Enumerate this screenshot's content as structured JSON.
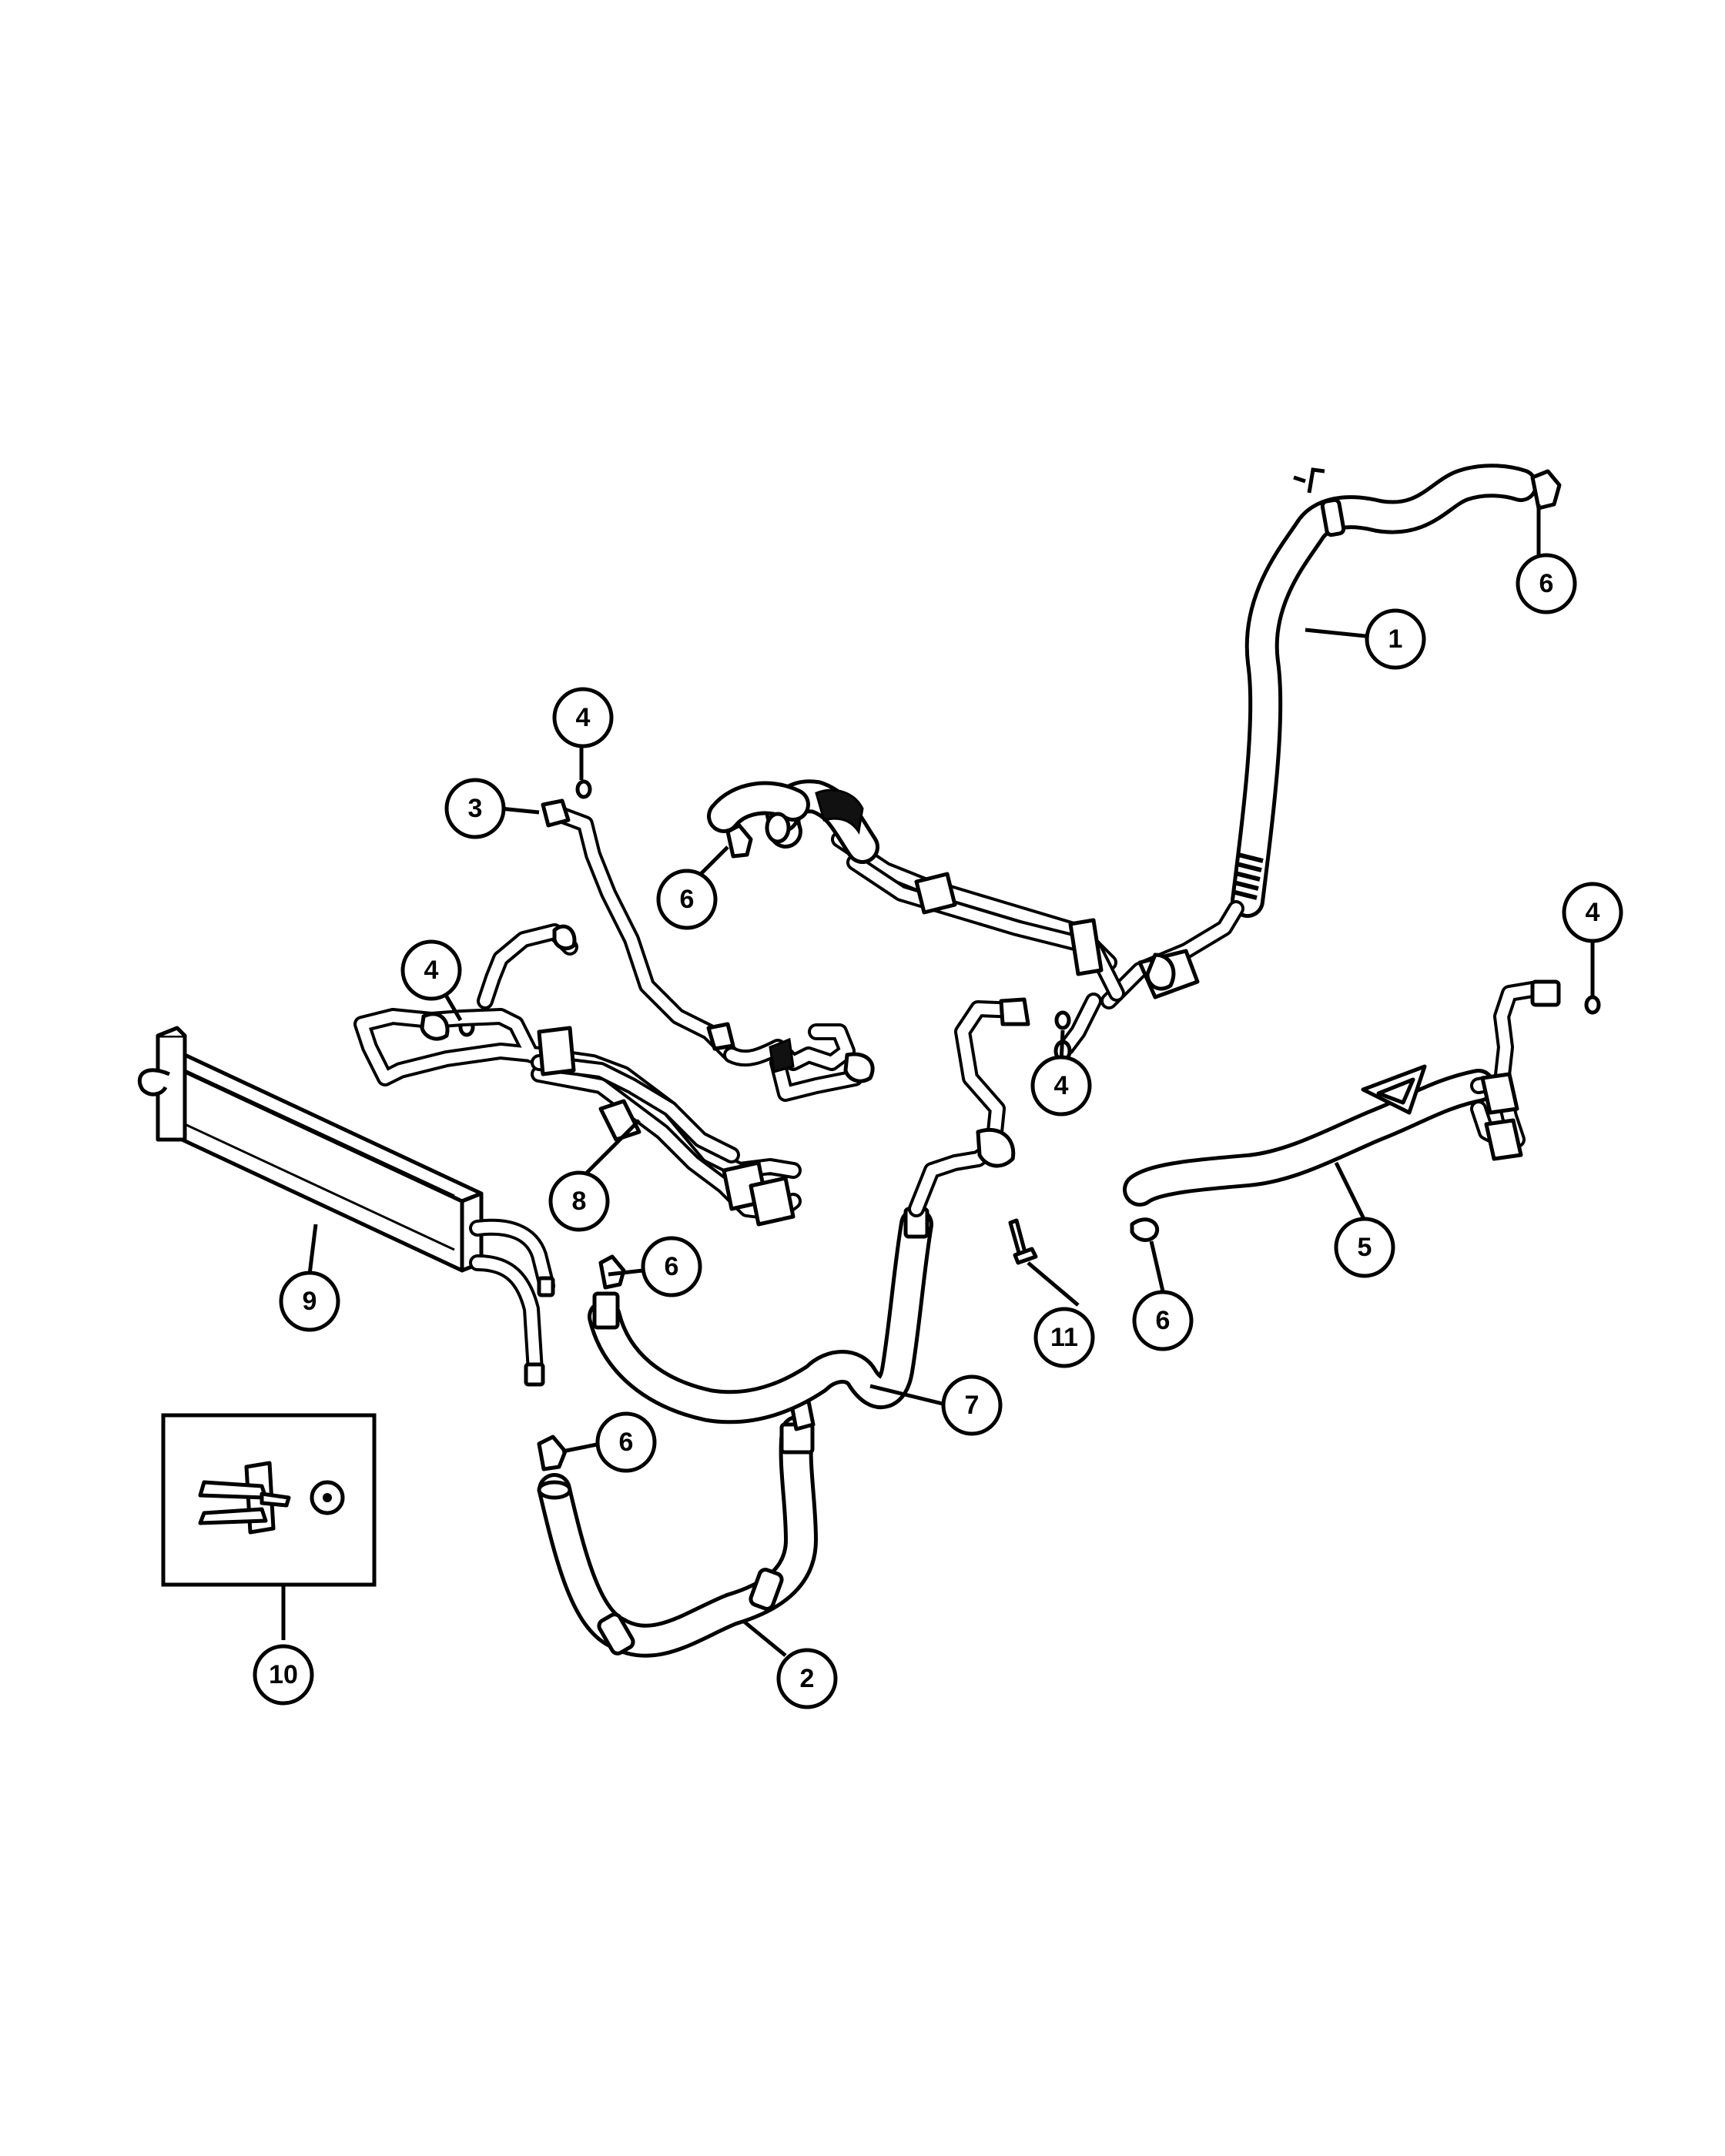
{
  "diagram": {
    "callouts": [
      {
        "id": "c1",
        "label": "1"
      },
      {
        "id": "c2",
        "label": "2"
      },
      {
        "id": "c3",
        "label": "3"
      },
      {
        "id": "c4a",
        "label": "4"
      },
      {
        "id": "c4b",
        "label": "4"
      },
      {
        "id": "c4c",
        "label": "4"
      },
      {
        "id": "c4d",
        "label": "4"
      },
      {
        "id": "c5",
        "label": "5"
      },
      {
        "id": "c6a",
        "label": "6"
      },
      {
        "id": "c6b",
        "label": "6"
      },
      {
        "id": "c6c",
        "label": "6"
      },
      {
        "id": "c6d",
        "label": "6"
      },
      {
        "id": "c6e",
        "label": "6"
      },
      {
        "id": "c7",
        "label": "7"
      },
      {
        "id": "c8",
        "label": "8"
      },
      {
        "id": "c9",
        "label": "9"
      },
      {
        "id": "c10",
        "label": "10"
      },
      {
        "id": "c11",
        "label": "11"
      }
    ]
  }
}
